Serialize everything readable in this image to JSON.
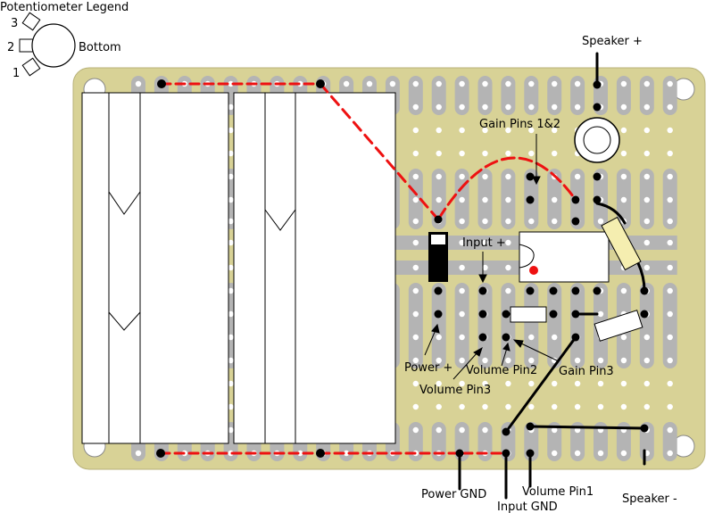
{
  "legend": {
    "title": "Potentiometer Legend",
    "pin3": "3",
    "pin2": "2",
    "pin1": "1",
    "side": "Bottom"
  },
  "labels": {
    "speaker_plus": "Speaker +",
    "gain_pins_12": "Gain Pins 1&2",
    "input_plus": "Input +",
    "power_plus": "Power +",
    "volume_pin3": "Volume Pin3",
    "volume_pin2": "Volume Pin2",
    "gain_pin3": "Gain Pin3",
    "power_gnd": "Power GND",
    "input_gnd": "Input GND",
    "volume_pin1": "Volume Pin1",
    "speaker_minus": "Speaker -"
  },
  "colors": {
    "board": "#d8d296",
    "strip": "#b4b4b4",
    "hole": "#ffffff",
    "wire_red": "#ee1111",
    "wire_black": "#000000",
    "resistor": "#f5eeb0",
    "ic_dot": "#ee1111"
  }
}
